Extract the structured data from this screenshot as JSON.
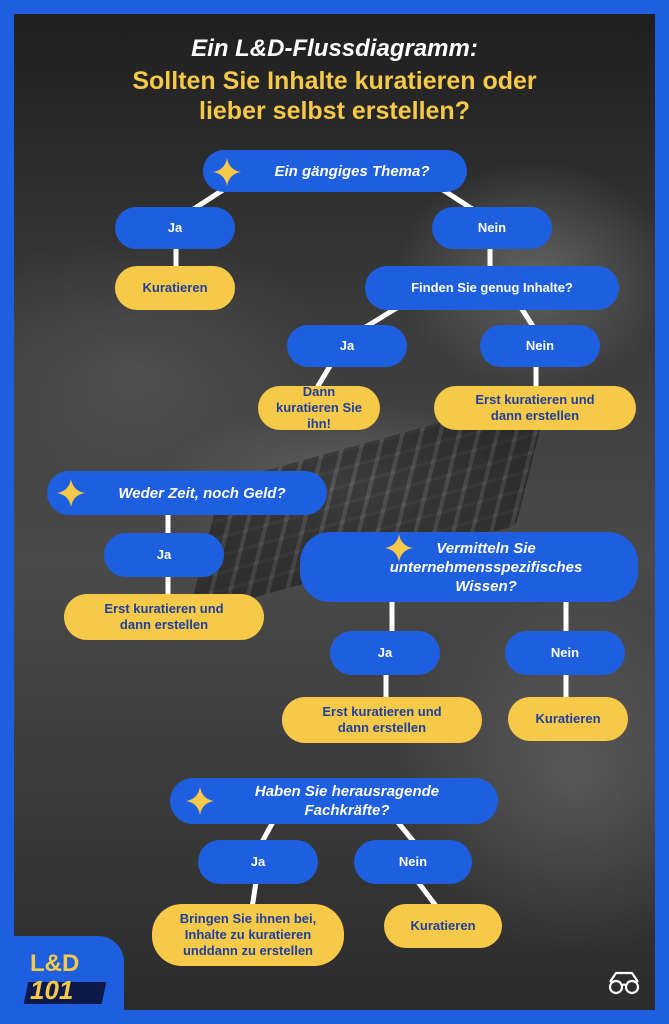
{
  "title": {
    "line1": "Ein L&D-Flussdiagramm:",
    "line2": "Sollten Sie Inhalte kuratieren oder",
    "line3": "lieber selbst erstellen?"
  },
  "flow1": {
    "question": "Ein gängiges Thema?",
    "yes": "Ja",
    "yes_result": "Kuratieren",
    "no": "Nein",
    "sub_question": "Finden Sie genug Inhalte?",
    "sub_yes": "Ja",
    "sub_yes_result": "Dann kuratieren Sie ihn!",
    "sub_no": "Nein",
    "sub_no_result": "Erst kuratieren und dann erstellen"
  },
  "flow2": {
    "question": "Weder Zeit, noch Geld?",
    "yes": "Ja",
    "yes_result": "Erst kuratieren und dann erstellen"
  },
  "flow3": {
    "question": "Vermitteln Sie unternehmensspezifisches Wissen?",
    "yes": "Ja",
    "yes_result": "Erst kuratieren und dann erstellen",
    "no": "Nein",
    "no_result": "Kuratieren"
  },
  "flow4": {
    "question": "Haben Sie herausragende Fachkräfte?",
    "yes": "Ja",
    "yes_result": "Bringen Sie ihnen bei, Inhalte zu kuratieren unddann zu erstellen",
    "no": "Nein",
    "no_result": "Kuratieren"
  },
  "logo": {
    "line1": "L&D",
    "line2": "101"
  },
  "colors": {
    "brand_blue": "#1e5fe0",
    "accent_yellow": "#f7c948",
    "text_dark_blue": "#1e3f9e"
  },
  "icons": [
    "sparkle-icon",
    "glasses-icon"
  ]
}
